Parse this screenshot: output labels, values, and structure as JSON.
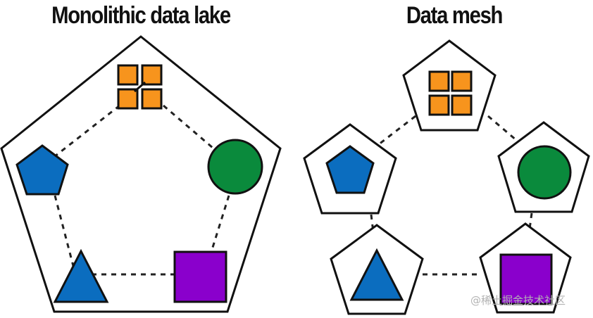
{
  "titles": {
    "left": "Monolithic data lake",
    "right": "Data mesh"
  },
  "watermark": "@稀土掘金技术社区",
  "colors": {
    "orange": "#F7941D",
    "blue": "#0B6DBF",
    "green": "#0A8A3C",
    "purple": "#8A00CC",
    "outline": "#111111"
  },
  "icons": {
    "grid": "four-square-grid-icon",
    "pentagon": "pentagon-icon",
    "circle": "circle-icon",
    "triangle": "triangle-icon",
    "square": "square-icon"
  }
}
